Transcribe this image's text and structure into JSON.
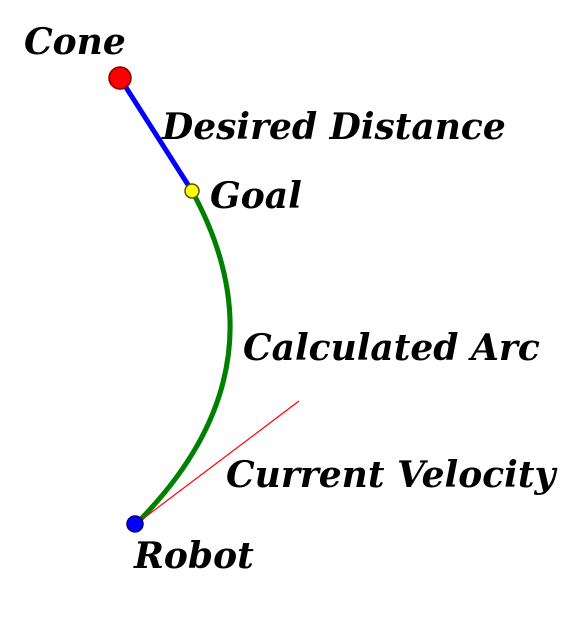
{
  "diagram": {
    "labels": {
      "cone": "Cone",
      "desired_distance": "Desired Distance",
      "goal": "Goal",
      "calculated_arc": "Calculated Arc",
      "current_velocity": "Current Velocity",
      "robot": "Robot"
    },
    "colors": {
      "cone": "#ff0000",
      "desired_distance_line": "#0000ff",
      "goal": "#ffff00",
      "calculated_arc": "#008000",
      "current_velocity": "#ff0000",
      "robot": "#0000ff",
      "text": "#000000"
    }
  }
}
